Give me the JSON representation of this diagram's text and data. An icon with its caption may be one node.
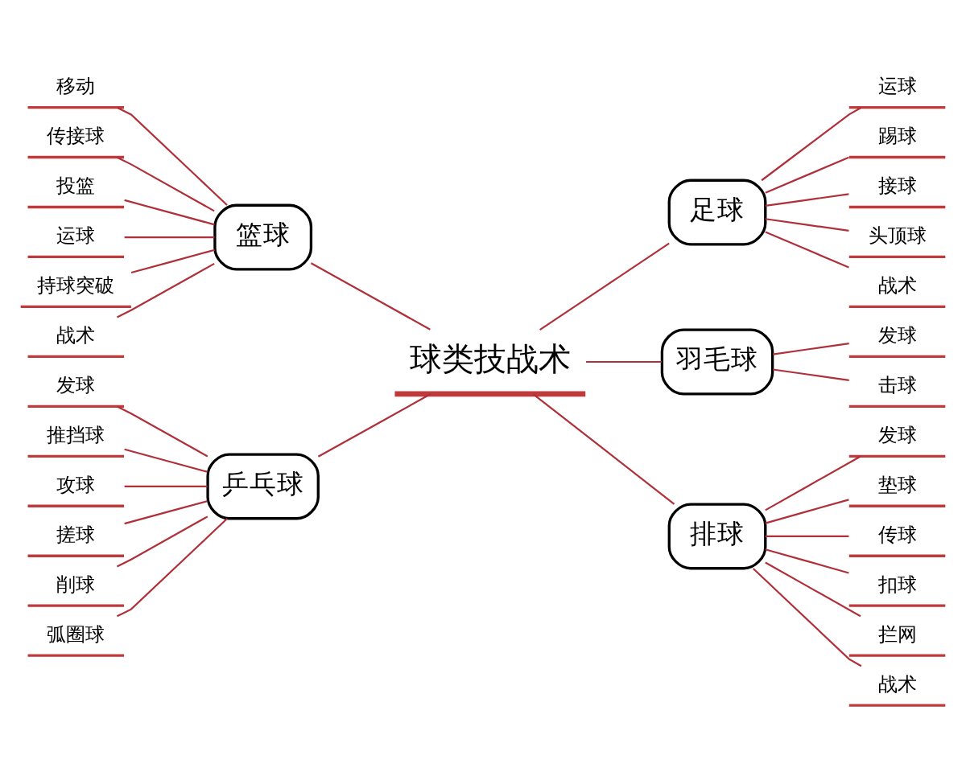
{
  "diagram": {
    "nodes": [
      {
        "text": [
          "球类技战术"
        ]
      },
      {
        "text": [
          "篮球"
        ]
      },
      {
        "text": [
          "移动"
        ]
      },
      {
        "text": [
          "传接球"
        ]
      },
      {
        "text": [
          "投篮"
        ]
      },
      {
        "text": [
          "运球"
        ]
      },
      {
        "text": [
          "持球突破"
        ]
      },
      {
        "text": [
          "战术"
        ]
      },
      {
        "text": [
          "乒乓球"
        ]
      },
      {
        "text": [
          "发球"
        ]
      },
      {
        "text": [
          "推挡球"
        ]
      },
      {
        "text": [
          "攻球"
        ]
      },
      {
        "text": [
          "搓球"
        ]
      },
      {
        "text": [
          "削球"
        ]
      },
      {
        "text": [
          "弧圈球"
        ]
      },
      {
        "text": [
          "足球"
        ]
      },
      {
        "text": [
          "运球"
        ]
      },
      {
        "text": [
          "踢球"
        ]
      },
      {
        "text": [
          "接球"
        ]
      },
      {
        "text": [
          "头顶球"
        ]
      },
      {
        "text": [
          "战术"
        ]
      },
      {
        "text": [
          "羽毛球"
        ]
      },
      {
        "text": [
          "发球"
        ]
      },
      {
        "text": [
          "击球"
        ]
      },
      {
        "text": [
          "排球"
        ]
      },
      {
        "text": [
          "发球"
        ]
      },
      {
        "text": [
          "垫球"
        ]
      },
      {
        "text": [
          "传球"
        ]
      },
      {
        "text": [
          "扣球"
        ]
      },
      {
        "text": [
          "拦网"
        ]
      },
      {
        "text": [
          "战术"
        ]
      }
    ],
    "edges": [
      {
        "from": 0,
        "to": 1,
        "arrow": "none"
      },
      {
        "from": 1,
        "to": 2,
        "arrow": "none"
      },
      {
        "from": 1,
        "to": 3,
        "arrow": "none"
      },
      {
        "from": 1,
        "to": 4,
        "arrow": "none"
      },
      {
        "from": 1,
        "to": 5,
        "arrow": "none"
      },
      {
        "from": 1,
        "to": 6,
        "arrow": "none"
      },
      {
        "from": 1,
        "to": 7,
        "arrow": "none"
      },
      {
        "from": 0,
        "to": 8,
        "arrow": "none"
      },
      {
        "from": 8,
        "to": 9,
        "arrow": "none"
      },
      {
        "from": 8,
        "to": 10,
        "arrow": "none"
      },
      {
        "from": 8,
        "to": 11,
        "arrow": "none"
      },
      {
        "from": 8,
        "to": 12,
        "arrow": "none"
      },
      {
        "from": 8,
        "to": 13,
        "arrow": "none"
      },
      {
        "from": 8,
        "to": 14,
        "arrow": "none"
      },
      {
        "from": 0,
        "to": 15,
        "arrow": "none"
      },
      {
        "from": 15,
        "to": 16,
        "arrow": "none"
      },
      {
        "from": 15,
        "to": 17,
        "arrow": "none"
      },
      {
        "from": 15,
        "to": 18,
        "arrow": "none"
      },
      {
        "from": 15,
        "to": 19,
        "arrow": "none"
      },
      {
        "from": 15,
        "to": 20,
        "arrow": "none"
      },
      {
        "from": 0,
        "to": 21,
        "arrow": "none"
      },
      {
        "from": 21,
        "to": 22,
        "arrow": "none"
      },
      {
        "from": 21,
        "to": 23,
        "arrow": "none"
      },
      {
        "from": 0,
        "to": 24,
        "arrow": "none"
      },
      {
        "from": 24,
        "to": 25,
        "arrow": "none"
      },
      {
        "from": 24,
        "to": 26,
        "arrow": "none"
      },
      {
        "from": 24,
        "to": 27,
        "arrow": "none"
      },
      {
        "from": 24,
        "to": 28,
        "arrow": "none"
      },
      {
        "from": 24,
        "to": 29,
        "arrow": "none"
      },
      {
        "from": 24,
        "to": 30,
        "arrow": "none"
      }
    ]
  }
}
